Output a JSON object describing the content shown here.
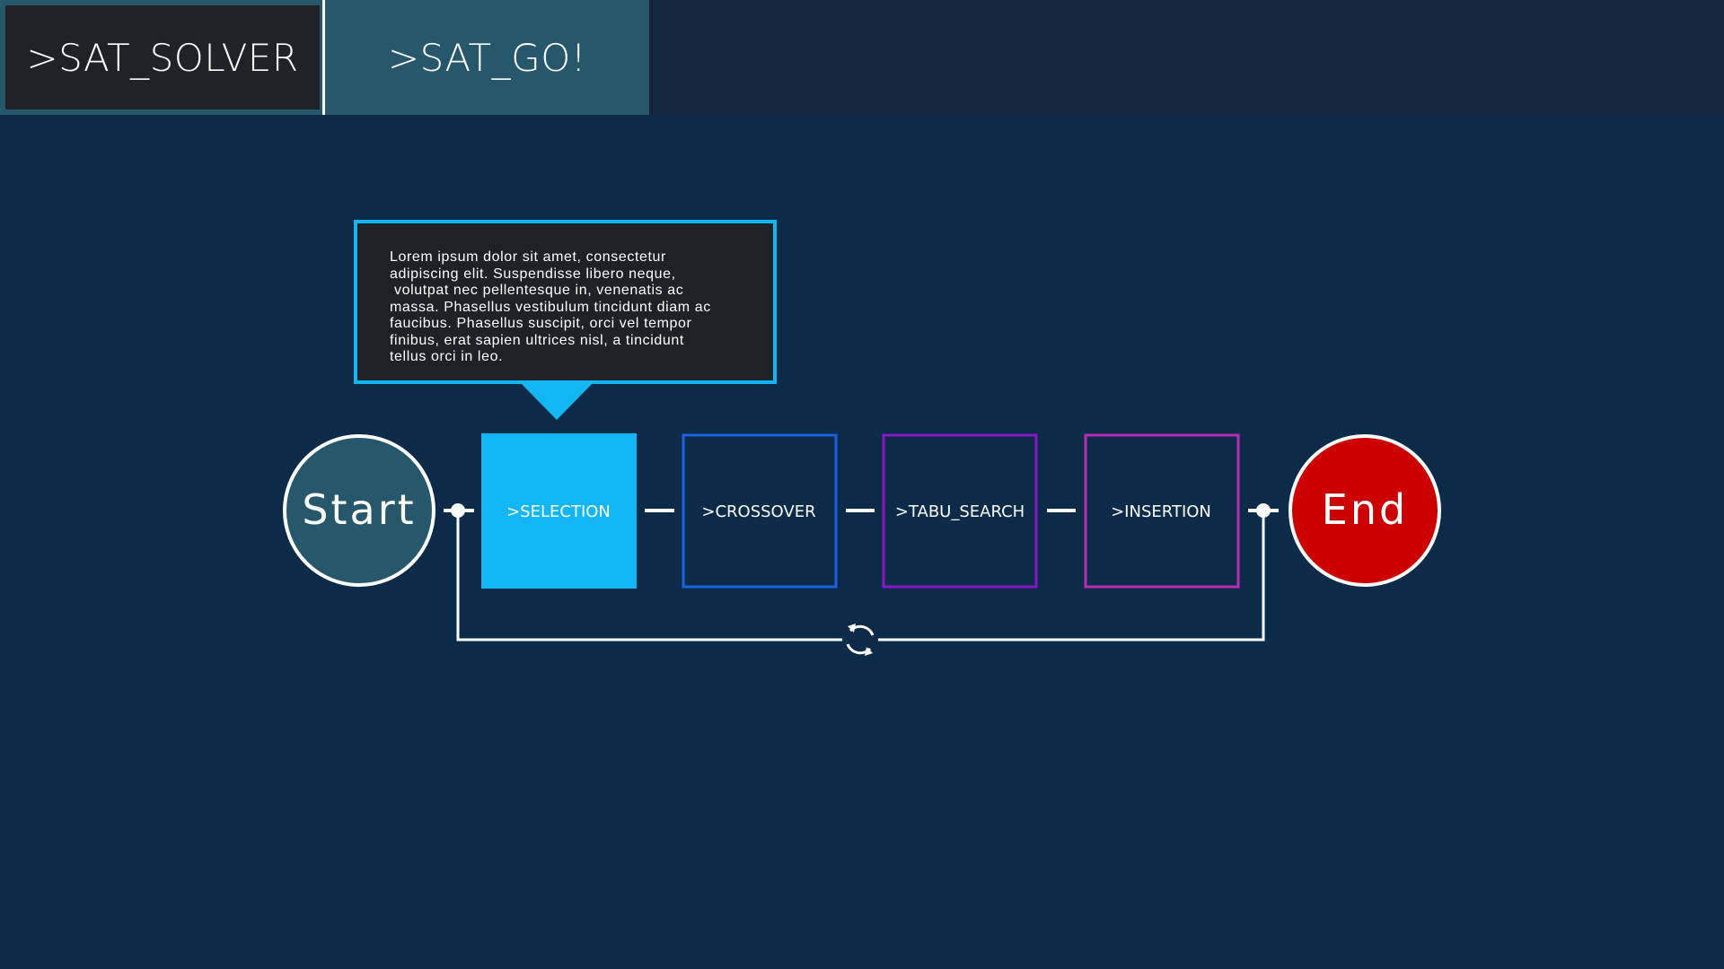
{
  "tabs": {
    "solver_label": ">SAT_SOLVER",
    "go_label": ">SAT_GO!"
  },
  "tooltip": {
    "text": "Lorem ipsum dolor sit amet, consectetur\nadipiscing elit. Suspendisse libero neque,\n volutpat nec pellentesque in, venenatis ac\nmassa. Phasellus vestibulum tincidunt diam ac\nfaucibus. Phasellus suscipit, orci vel tempor\nfinibus, erat sapien ultrices nisl, a tincidunt\ntellus orci in leo."
  },
  "flow": {
    "start_label": "Start",
    "end_label": "End",
    "steps": [
      {
        "label": ">SELECTION",
        "color": "#12b6f2",
        "active": true
      },
      {
        "label": ">CROSSOVER",
        "color": "#1a62e0",
        "active": false
      },
      {
        "label": ">TABU_SEARCH",
        "color": "#8a16c8",
        "active": false
      },
      {
        "label": ">INSERTION",
        "color": "#b82bb8",
        "active": false
      }
    ],
    "loop_icon": "refresh-icon"
  },
  "colors": {
    "background": "#0c2b49",
    "topbar": "#15273d",
    "tab_solver": "#202227",
    "tab_go": "#27576b",
    "start_fill": "#27576b",
    "end_fill": "#cc0000",
    "line": "#ffffff"
  }
}
